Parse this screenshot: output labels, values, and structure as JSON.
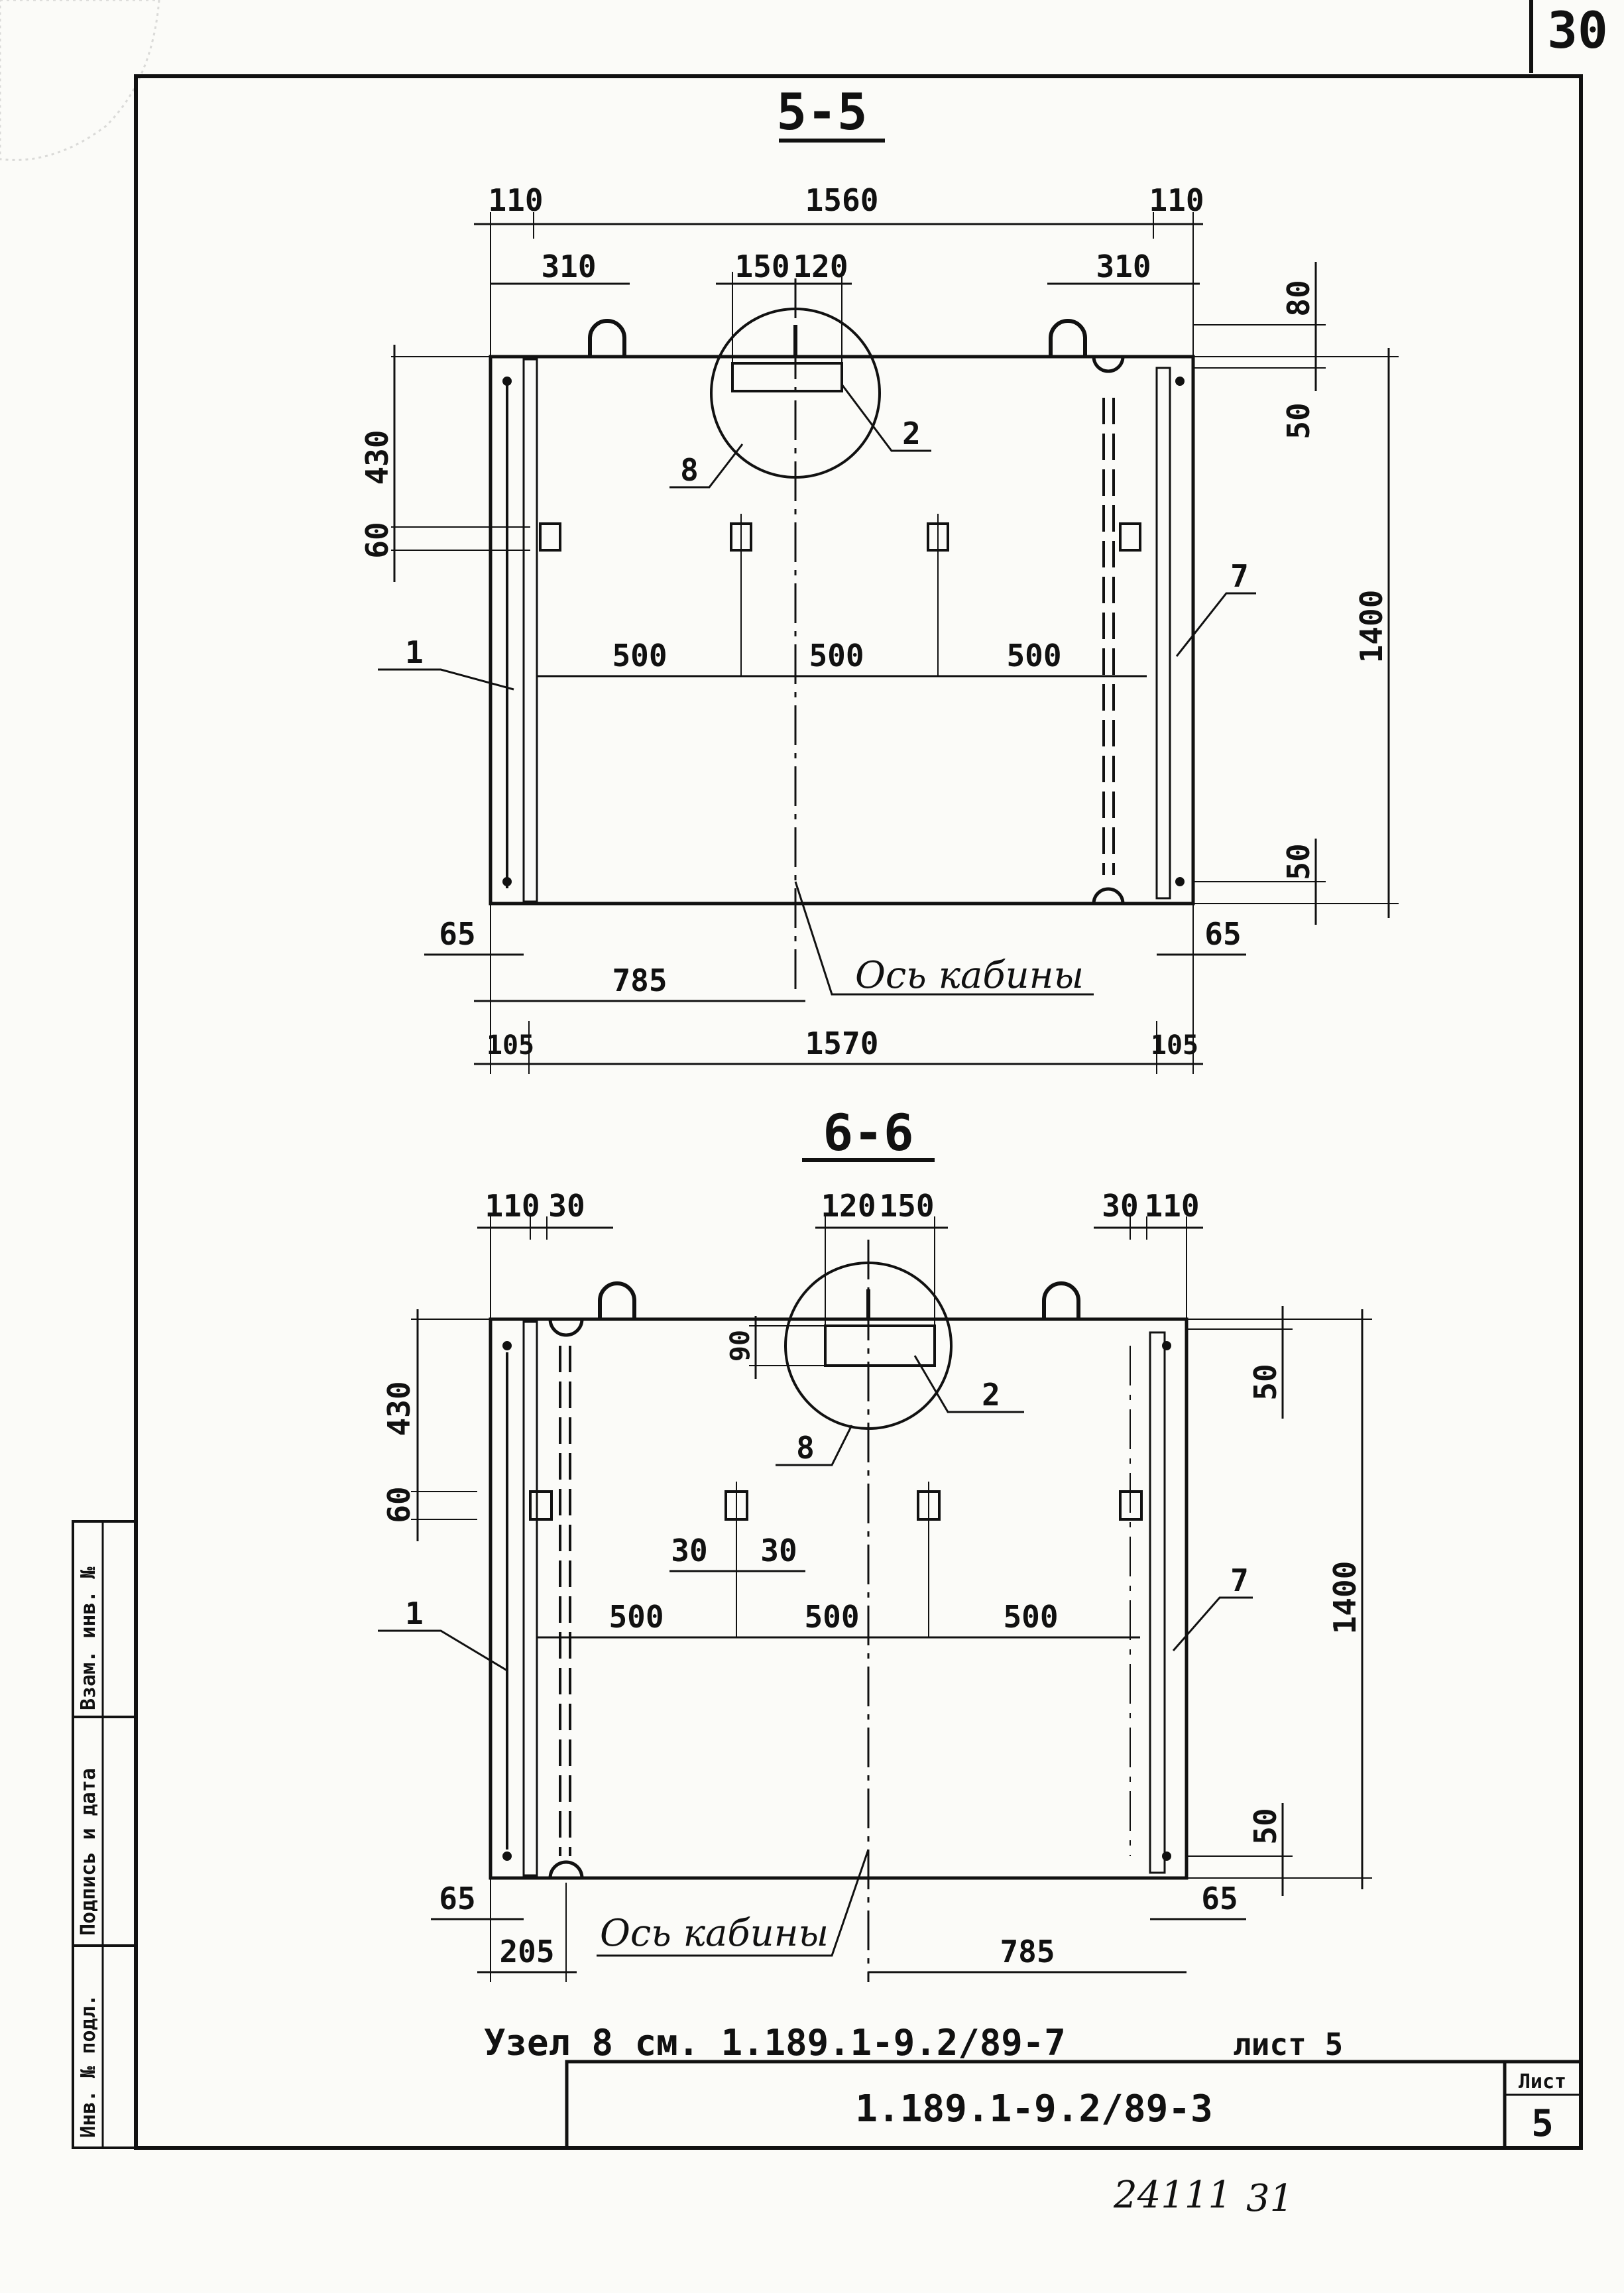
{
  "sheet": {
    "corner_number": "30",
    "footer_number": "24111",
    "footer_page": "31"
  },
  "section_a": {
    "title": "5-5",
    "dims": {
      "d110_left": "110",
      "d1560": "1560",
      "d110_right": "110",
      "d310_left": "310",
      "d150": "150",
      "d120": "120",
      "d310_right": "310",
      "d80": "80",
      "d50_top": "50",
      "d430": "430",
      "d60": "60",
      "d500_1": "500",
      "d500_2": "500",
      "d500_3": "500",
      "d1400": "1400",
      "d50_bottom": "50",
      "d65_left": "65",
      "d65_right": "65",
      "d785": "785",
      "d105_left": "105",
      "d1570": "1570",
      "d105_right": "105"
    },
    "callouts": {
      "c1": "1",
      "c2": "2",
      "c7": "7",
      "c8": "8"
    },
    "axis_label": "Ось кабины"
  },
  "section_b": {
    "title": "6-6",
    "dims": {
      "d110_left": "110",
      "d30_left": "30",
      "d120": "120",
      "d150": "150",
      "d30_right": "30",
      "d110_right": "110",
      "d90": "90",
      "d430": "430",
      "d60": "60",
      "d50_top": "50",
      "d30a": "30",
      "d30b": "30",
      "d500_1": "500",
      "d500_2": "500",
      "d500_3": "500",
      "d1400": "1400",
      "d50_bottom": "50",
      "d65_left": "65",
      "d65_right": "65",
      "d205": "205",
      "d785": "785"
    },
    "callouts": {
      "c1": "1",
      "c2": "2",
      "c7": "7",
      "c8": "8"
    },
    "axis_label": "Ось кабины"
  },
  "notes": {
    "node_reference": "Узел 8 см. 1.189.1-9.2/89-7",
    "sheet_reference": "лист 5"
  },
  "side_stamp": {
    "inv_no_original": "Инв. № подл.",
    "signature_date": "Подпись и дата",
    "replaces_inv": "Взам. инв. №"
  },
  "title_block": {
    "document_code": "1.189.1-9.2/89-3",
    "sheet_label": "Лист",
    "sheet_number": "5"
  }
}
